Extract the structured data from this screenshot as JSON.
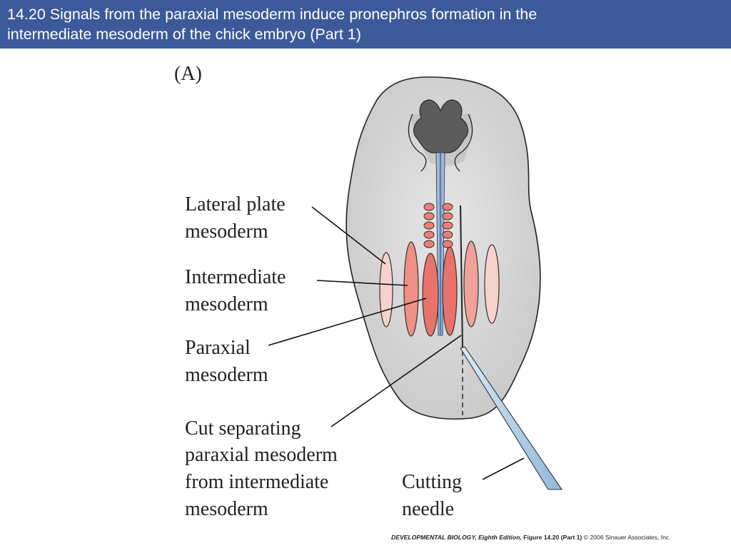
{
  "slide": {
    "title_line1": "14.20  Signals from the paraxial mesoderm induce pronephros formation in the",
    "title_line2": "intermediate mesoderm of the chick embryo (Part 1)"
  },
  "figure": {
    "panel_label": "(A)",
    "labels": {
      "lateral_plate": [
        "Lateral plate",
        "mesoderm"
      ],
      "intermediate": [
        "Intermediate",
        "mesoderm"
      ],
      "paraxial": [
        "Paraxial",
        "mesoderm"
      ],
      "cut": [
        "Cut separating",
        "paraxial mesoderm",
        "from intermediate",
        "mesoderm"
      ],
      "needle": [
        "Cutting",
        "needle"
      ]
    },
    "colors": {
      "title_bar": "#3c5a9a",
      "embryo": "#d4d4d4",
      "lateral_plate": "#f7d1cb",
      "intermediate": "#ef8f86",
      "paraxial": "#e9736a",
      "somite": "#ec7f78",
      "neural_tube": "#4a7fd0",
      "needle": "#9fc6e6"
    }
  },
  "footer": {
    "book": "DEVELOPMENTAL BIOLOGY, Eighth Edition,",
    "figure_ref": "Figure 14.20 (Part 1)",
    "copyright": "© 2006 Sinauer Associates, Inc."
  }
}
